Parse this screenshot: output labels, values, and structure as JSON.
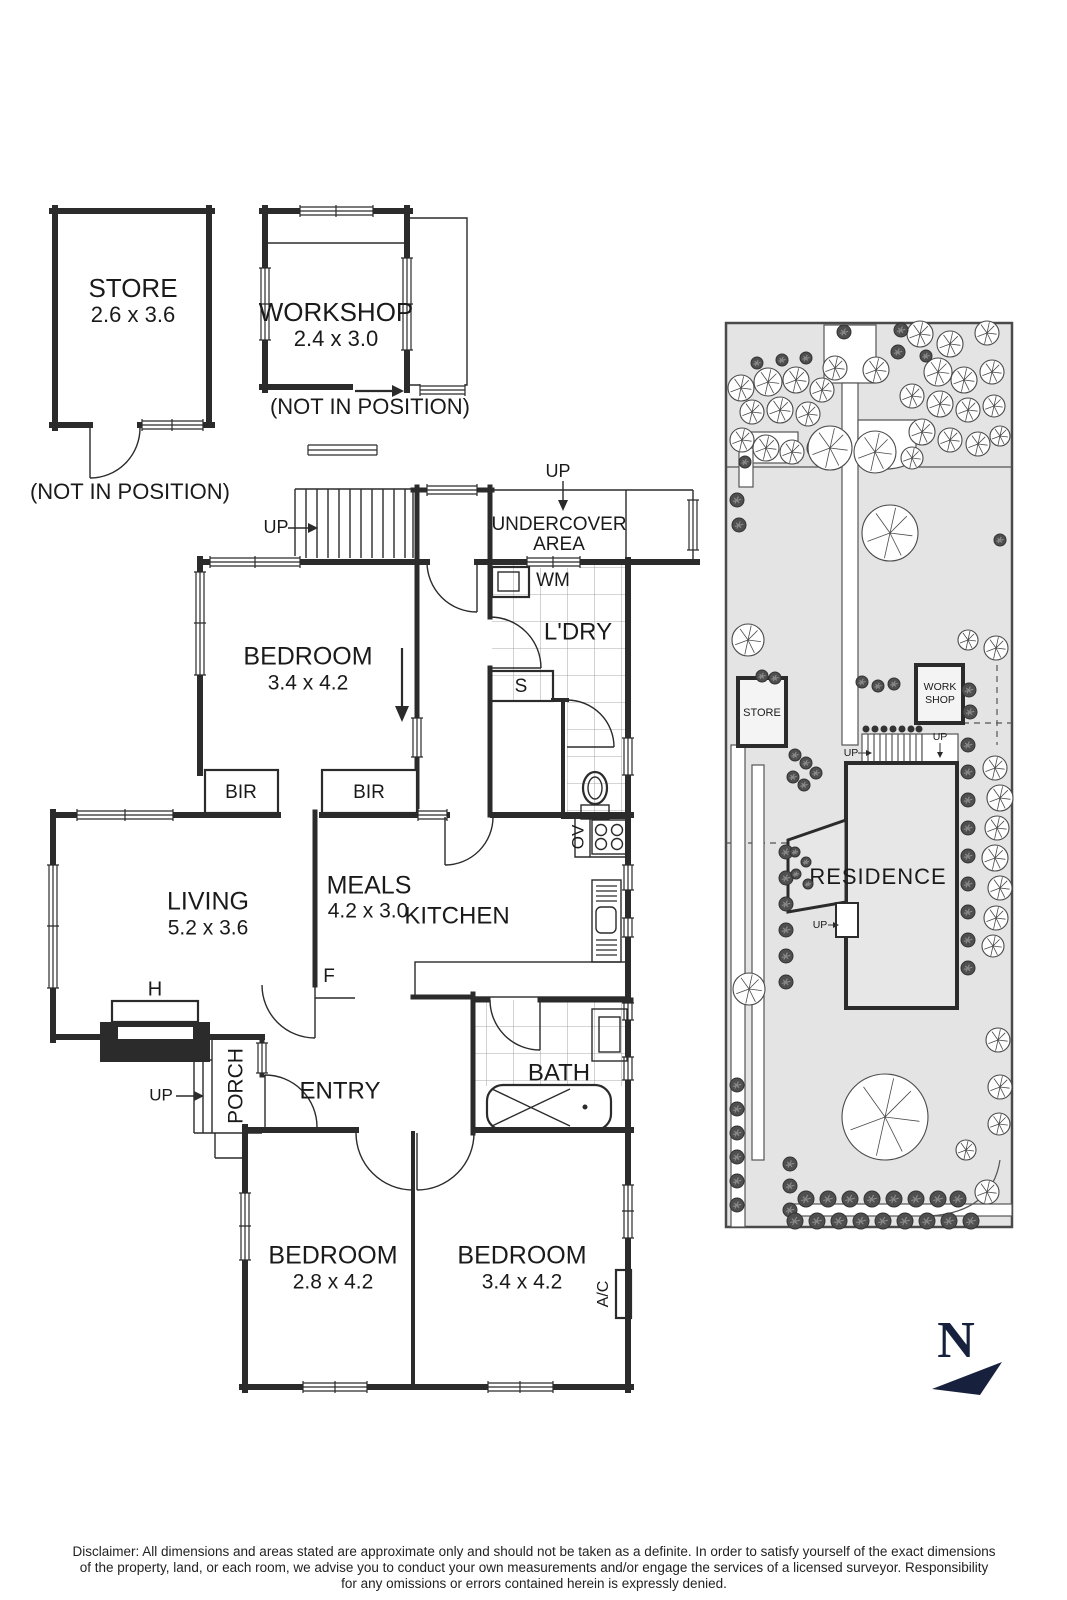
{
  "store_plan": {
    "title": "STORE",
    "dims": "2.6 x 3.6",
    "note": "(NOT IN POSITION)"
  },
  "workshop_plan": {
    "title": "WORKSHOP",
    "dims": "2.4 x 3.0",
    "note": "(NOT IN POSITION)"
  },
  "floor_plan": {
    "bedroom1": {
      "name": "BEDROOM",
      "dims": "3.4 x 4.2"
    },
    "bedroom2": {
      "name": "BEDROOM",
      "dims": "2.8 x 4.2"
    },
    "bedroom3": {
      "name": "BEDROOM",
      "dims": "3.4 x 4.2"
    },
    "living": {
      "name": "LIVING",
      "dims": "5.2 x 3.6"
    },
    "meals": {
      "name": "MEALS",
      "dims": "4.2 x 3.0"
    },
    "kitchen": {
      "name": "KITCHEN"
    },
    "laundry": {
      "name": "L'DRY"
    },
    "bath": {
      "name": "BATH"
    },
    "entry": {
      "name": "ENTRY"
    },
    "porch": {
      "name": "PORCH"
    },
    "undercover_line1": "UNDERCOVER",
    "undercover_line2": "AREA",
    "bir": "BIR",
    "wm": "WM",
    "sink": "S",
    "oven": "OV",
    "fridge": "F",
    "hearth": "H",
    "ac": "A/C",
    "up": "UP"
  },
  "site_plan": {
    "store": "STORE",
    "workshop_line1": "WORK",
    "workshop_line2": "SHOP",
    "residence": "RESIDENCE",
    "up": "UP"
  },
  "compass": {
    "north": "N"
  },
  "disclaimer": {
    "line1": "Disclaimer: All dimensions and areas stated are approximate only and should not be taken as a definite. In order to satisfy yourself of the exact dimensions",
    "line2": "of the property, land, or each room, we advise you to conduct your own measurements and/or engage the services of a licensed surveyor. Responsibility",
    "line3": "for any omissions or errors contained herein is expressly denied."
  },
  "colors": {
    "wall": "#2b2b2b",
    "site_bg": "#e4e4e4",
    "residence_fill": "#e7e7e7",
    "north_navy": "#17203d"
  }
}
